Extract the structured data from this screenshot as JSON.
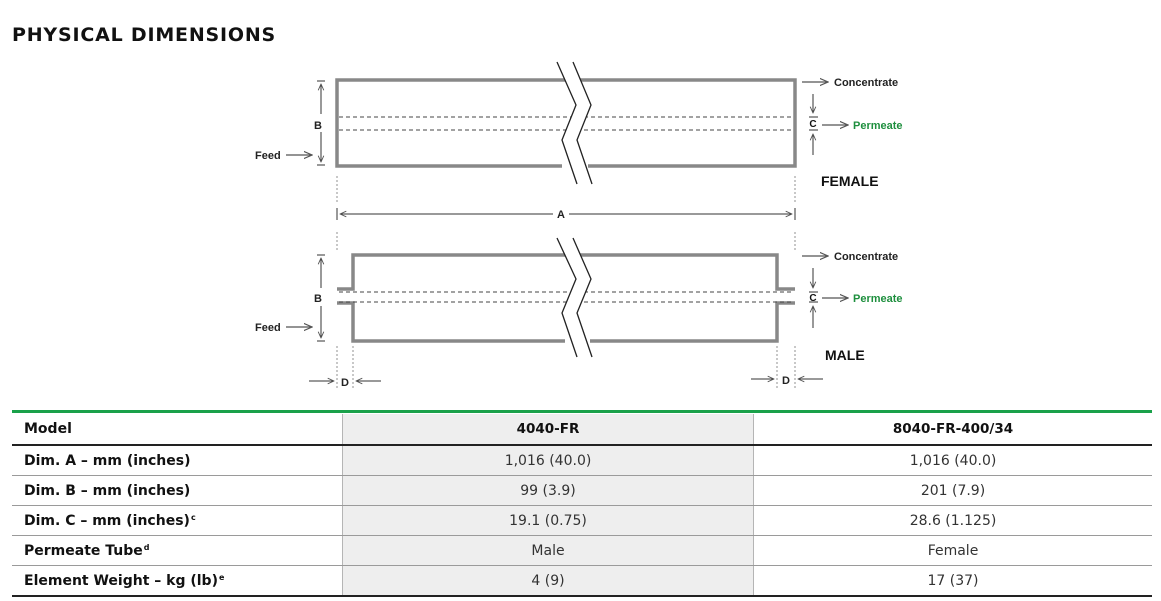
{
  "title": "PHYSICAL DIMENSIONS",
  "diagram": {
    "female": {
      "label": "FEMALE",
      "feed": "Feed",
      "concentrate": "Concentrate",
      "permeate": "Permeate",
      "dim_b": "B",
      "dim_c": "C",
      "dim_a": "A"
    },
    "male": {
      "label": "MALE",
      "feed": "Feed",
      "concentrate": "Concentrate",
      "permeate": "Permeate",
      "dim_b": "B",
      "dim_c": "C",
      "dim_d_left": "D",
      "dim_d_right": "D"
    },
    "colors": {
      "permeate": "#1e8f3e",
      "accent_line": "#1aa14a",
      "element_outline": "#888888"
    }
  },
  "table": {
    "headers": {
      "label": "Model",
      "col1": "4040-FR",
      "col2": "8040-FR-400/34"
    },
    "rows": [
      {
        "label": "Dim. A – mm (inches)",
        "sup": "",
        "col1": "1,016 (40.0)",
        "col2": "1,016 (40.0)"
      },
      {
        "label": "Dim. B – mm (inches)",
        "sup": "",
        "col1": "99 (3.9)",
        "col2": "201 (7.9)"
      },
      {
        "label": "Dim. C – mm (inches)",
        "sup": "c",
        "col1": "19.1 (0.75)",
        "col2": "28.6 (1.125)"
      },
      {
        "label": "Permeate Tube",
        "sup": "d",
        "col1": "Male",
        "col2": "Female"
      },
      {
        "label": "Element Weight – kg (lb)",
        "sup": "e",
        "col1": "4 (9)",
        "col2": "17 (37)"
      }
    ]
  }
}
